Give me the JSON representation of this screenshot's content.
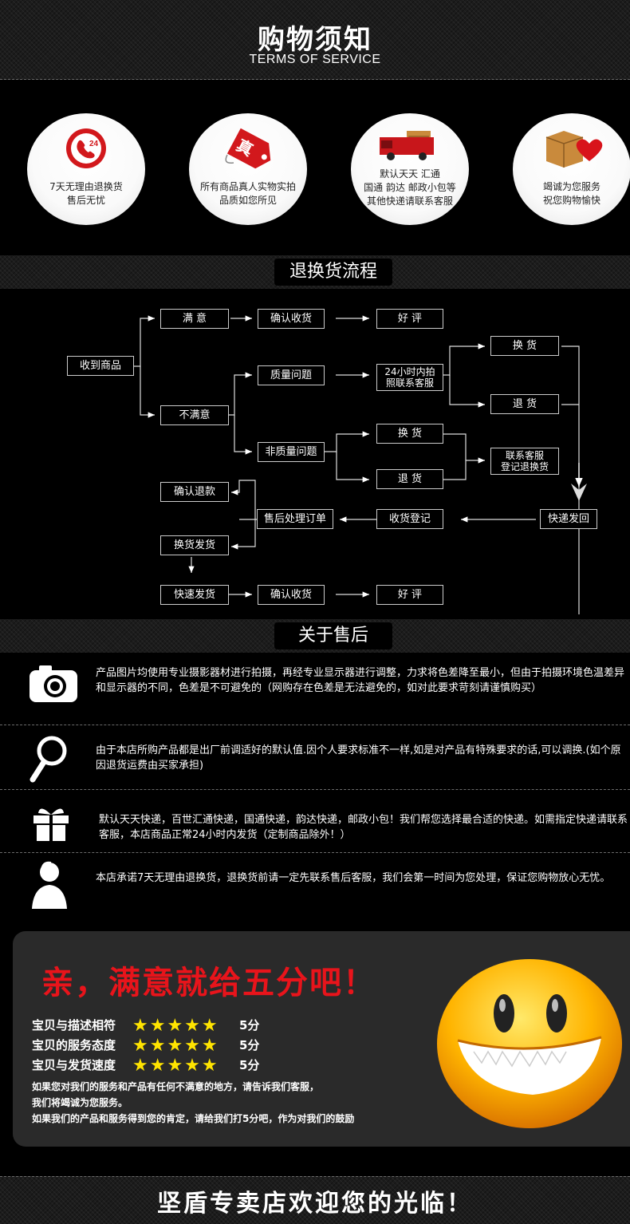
{
  "header": {
    "title": "购物须知",
    "subtitle": "TERMS OF SERVICE"
  },
  "features": [
    {
      "icon": "24h-phone-icon",
      "lines": [
        "7天无理由退换货",
        "售后无忧"
      ]
    },
    {
      "icon": "price-tag-icon",
      "lines": [
        "所有商品真人实物实拍",
        "品质如您所见"
      ]
    },
    {
      "icon": "delivery-truck-icon",
      "lines": [
        "默认天天 汇通",
        "国通 韵达 邮政小包等",
        "其他快递请联系客服"
      ]
    },
    {
      "icon": "box-heart-icon",
      "lines": [
        "竭诚为您服务",
        "祝您购物愉快"
      ]
    }
  ],
  "returns_section": {
    "title": "退换货流程"
  },
  "flow": {
    "receive": "收到商品",
    "satisfied": "满 意",
    "confirm_receipt_1": "确认收货",
    "good_review_1": "好 评",
    "unsatisfied": "不满意",
    "quality_issue": "质量问题",
    "contact_24h_1": "24小时内拍",
    "contact_24h_2": "照联系客服",
    "exchange_1": "换 货",
    "refund_1": "退 货",
    "non_quality_issue": "非质量问题",
    "exchange_2": "换 货",
    "refund_2": "退 货",
    "contact_cs_1": "联系客服",
    "contact_cs_2": "登记退换货",
    "confirm_refund": "确认退款",
    "after_sale_order": "售后处理订单",
    "receipt_register": "收货登记",
    "express_return": "快递发回",
    "exchange_ship": "换货发货",
    "fast_ship": "快速发货",
    "confirm_receipt_2": "确认收货",
    "good_review_2": "好 评"
  },
  "aftersale_section": {
    "title": "关于售后"
  },
  "aftersale_items": [
    {
      "icon": "camera-icon",
      "text": "产品图片均使用专业摄影器材进行拍摄，再经专业显示器进行调整，力求将色差降至最小，但由于拍摄环境色温差异和显示器的不同，色差是不可避免的（网购存在色差是无法避免的，如对此要求苛刻请谨慎购买）"
    },
    {
      "icon": "magnifier-icon",
      "text": "由于本店所购产品都是出厂前调适好的默认值.因个人要求标准不一样,如是对产品有特殊要求的话,可以调换.(如个原因退货运费由买家承担)"
    },
    {
      "icon": "gift-icon",
      "text": "默认天天快递，百世汇通快递，国通快递，韵达快递，邮政小包！我们帮您选择最合适的快递。如需指定快递请联系客服，本店商品正常24小时内发货（定制商品除外！）"
    },
    {
      "icon": "customer-service-icon",
      "text": "本店承诺7天无理由退换货，退换货前请一定先联系售后客服，我们会第一时间为您处理，保证您购物放心无忧。"
    }
  ],
  "rating": {
    "title": "亲，满意就给五分吧！",
    "rows": [
      {
        "label": "宝贝与描述相符",
        "stars": "★★★★★",
        "score": "5分",
        "rating": 5
      },
      {
        "label": "宝贝的服务态度",
        "stars": "★★★★★",
        "score": "5分",
        "rating": 5
      },
      {
        "label": "宝贝与发货速度",
        "stars": "★★★★★",
        "score": "5分",
        "rating": 5
      }
    ],
    "notes": [
      "如果您对我们的服务和产品有任何不满意的地方，请告诉我们客服，",
      "我们将竭诚为您服务。",
      "如果我们的产品和服务得到您的肯定，请给我们打5分吧，作为对我们的鼓励"
    ],
    "icon": "smiley-face-icon"
  },
  "footer": {
    "text": "坚盾专卖店欢迎您的光临！"
  }
}
